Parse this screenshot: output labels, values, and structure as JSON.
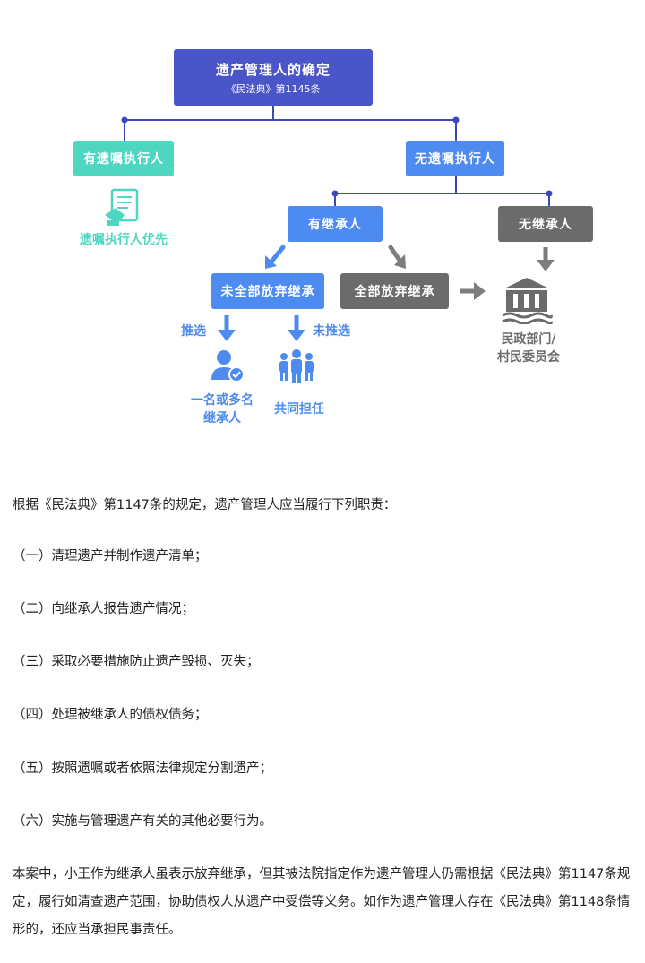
{
  "diagram": {
    "root": {
      "title": "遗产管理人的确定",
      "subtitle": "《民法典》第1145条"
    },
    "with_executor": {
      "label": "有遗嘱执行人",
      "result": "遗嘱执行人优先"
    },
    "without_executor": {
      "label": "无遗嘱执行人"
    },
    "with_heir": {
      "label": "有继承人"
    },
    "no_heir": {
      "label": "无继承人"
    },
    "not_all_waive": {
      "label": "未全部放弃继承"
    },
    "all_waive": {
      "label": "全部放弃继承"
    },
    "civil_affairs": {
      "line1": "民政部门/",
      "line2": "村民委员会"
    },
    "elect": {
      "label": "推选",
      "result_line1": "一名或多名",
      "result_line2": "继承人"
    },
    "not_elect": {
      "label": "未推选",
      "result": "共同担任"
    },
    "colors": {
      "root": "#4a55c8",
      "teal": "#4fd6c1",
      "blue": "#4d8bf0",
      "gray": "#6b6b6b",
      "line_blue": "#3b49bd",
      "line_gray": "#7d7d7d"
    }
  },
  "article": {
    "intro": "根据《民法典》第1147条的规定，遗产管理人应当履行下列职责：",
    "duties": [
      "（一）清理遗产并制作遗产清单；",
      "（二）向继承人报告遗产情况；",
      "（三）采取必要措施防止遗产毁损、灭失；",
      "（四）处理被继承人的债权债务；",
      "（五）按照遗嘱或者依照法律规定分割遗产；",
      "（六）实施与管理遗产有关的其他必要行为。"
    ],
    "conclusion": "本案中，小王作为继承人虽表示放弃继承，但其被法院指定作为遗产管理人仍需根据《民法典》第1147条规定，履行如清查遗产范围，协助债权人从遗产中受偿等义务。如作为遗产管理人存在《民法典》第1148条情形的，还应当承担民事责任。"
  }
}
